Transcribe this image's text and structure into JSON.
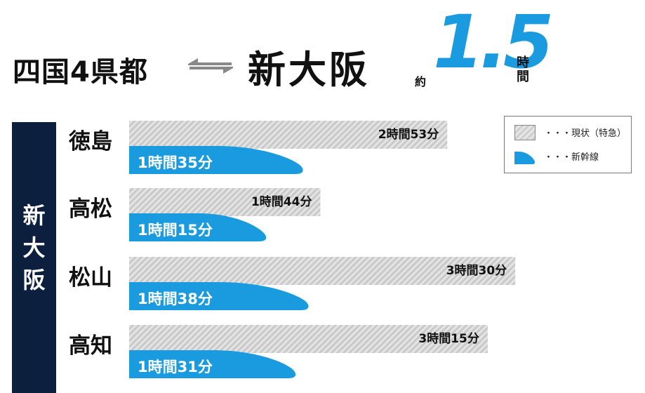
{
  "headline": {
    "origin": "四国4県都",
    "destination": "新大阪",
    "approx": "約",
    "hours": "1.5",
    "unit": "時間"
  },
  "side_label": "新大阪",
  "legend": {
    "current": "・・・現状（特急）",
    "shinkansen": "・・・新幹線"
  },
  "colors": {
    "accent": "#1a9be0",
    "navy": "#0d1f3e",
    "hatch": "#cfcfcf"
  },
  "chart_data": {
    "type": "bar",
    "orientation": "horizontal",
    "categories": [
      "徳島",
      "高松",
      "松山",
      "高知"
    ],
    "series": [
      {
        "name": "現状（特急）",
        "values_min": [
          173,
          104,
          210,
          195
        ],
        "labels": [
          "2時間53分",
          "1時間44分",
          "3時間30分",
          "3時間15分"
        ]
      },
      {
        "name": "新幹線",
        "values_min": [
          95,
          75,
          98,
          91
        ],
        "labels": [
          "1時間35分",
          "1時間15分",
          "1時間38分",
          "1時間31分"
        ]
      }
    ]
  }
}
